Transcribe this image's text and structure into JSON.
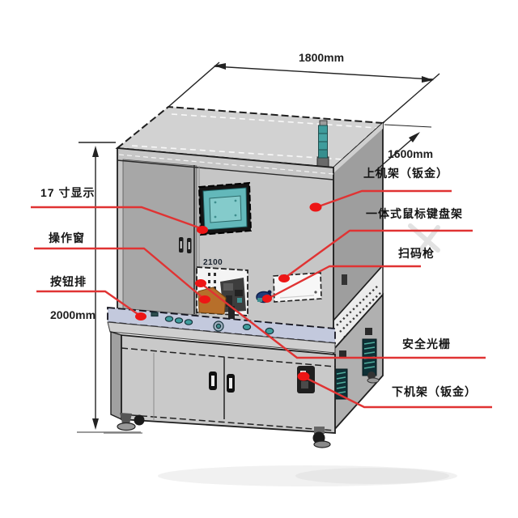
{
  "diagram_title": "equipment-outline-drawing",
  "dimensions": {
    "width_label": "1800mm",
    "depth_label": "1600mm",
    "height_label": "2000mm",
    "internal_marking": "2100"
  },
  "callouts": {
    "left": [
      {
        "id": "display",
        "label": "17 寸显示"
      },
      {
        "id": "operation-window",
        "label": "操作窗"
      },
      {
        "id": "button-row",
        "label": "按钮排"
      }
    ],
    "right": [
      {
        "id": "upper-frame",
        "label": "上机架（钣金）"
      },
      {
        "id": "keyboard-mouse-stand",
        "label": "一体式鼠标键盘架"
      },
      {
        "id": "barcode-scanner",
        "label": "扫码枪"
      },
      {
        "id": "safety-light-curtain",
        "label": "安全光栅"
      },
      {
        "id": "lower-frame",
        "label": "下机架（钣金）"
      }
    ]
  },
  "colors": {
    "leader_line": "#e03333",
    "callout_dot": "#ed1515",
    "screen_teal": "#63b8ba",
    "console_band": "#c3c9dd",
    "signal_tower": "#3e9c9c",
    "orange_part": "#b76f2a"
  }
}
